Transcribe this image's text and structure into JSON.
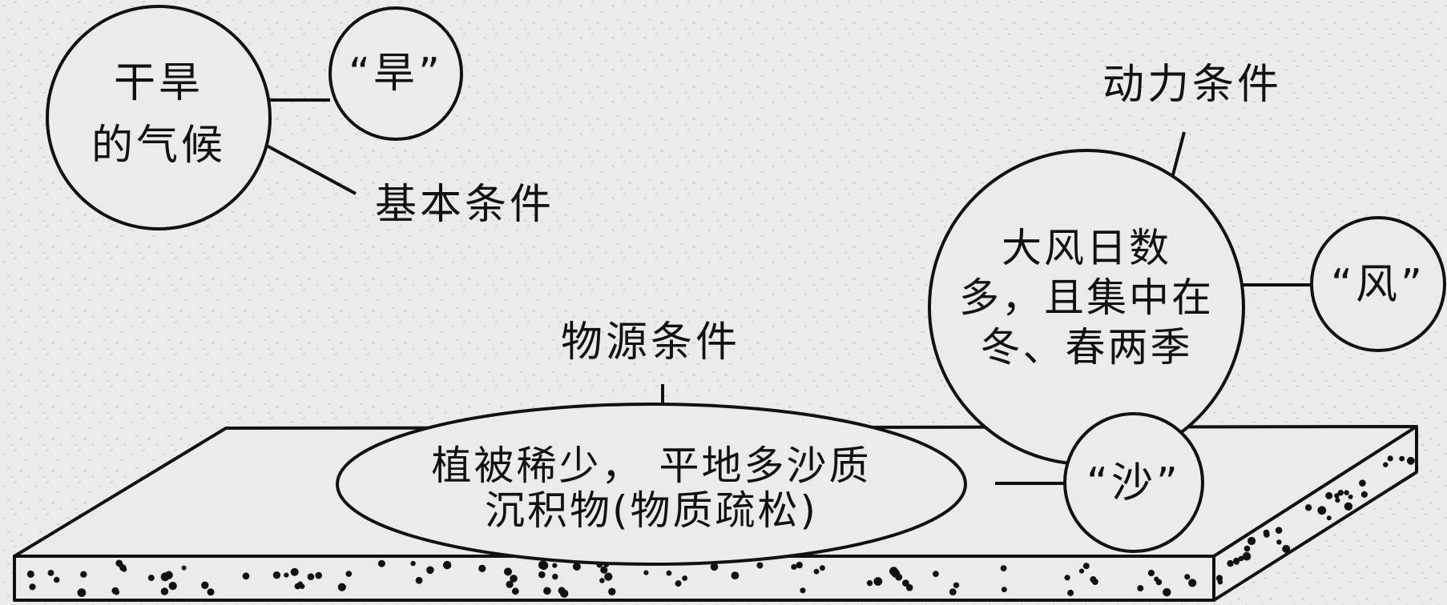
{
  "colors": {
    "background": "#ebebeb",
    "ink": "#111111"
  },
  "drought": {
    "circle_line1": "干旱",
    "circle_line2": "的气候",
    "tag": "“旱”",
    "condition": "基本条件"
  },
  "wind": {
    "condition": "动力条件",
    "circle_line1": "大风日数",
    "circle_line2": "多，且集中在",
    "circle_line3": "冬、春两季",
    "tag": "“风”"
  },
  "sand": {
    "condition": "物源条件",
    "ellipse_line1": "植被稀少， 平地多沙质",
    "ellipse_line2": "沉积物(物质疏松)",
    "tag": "“沙”"
  }
}
